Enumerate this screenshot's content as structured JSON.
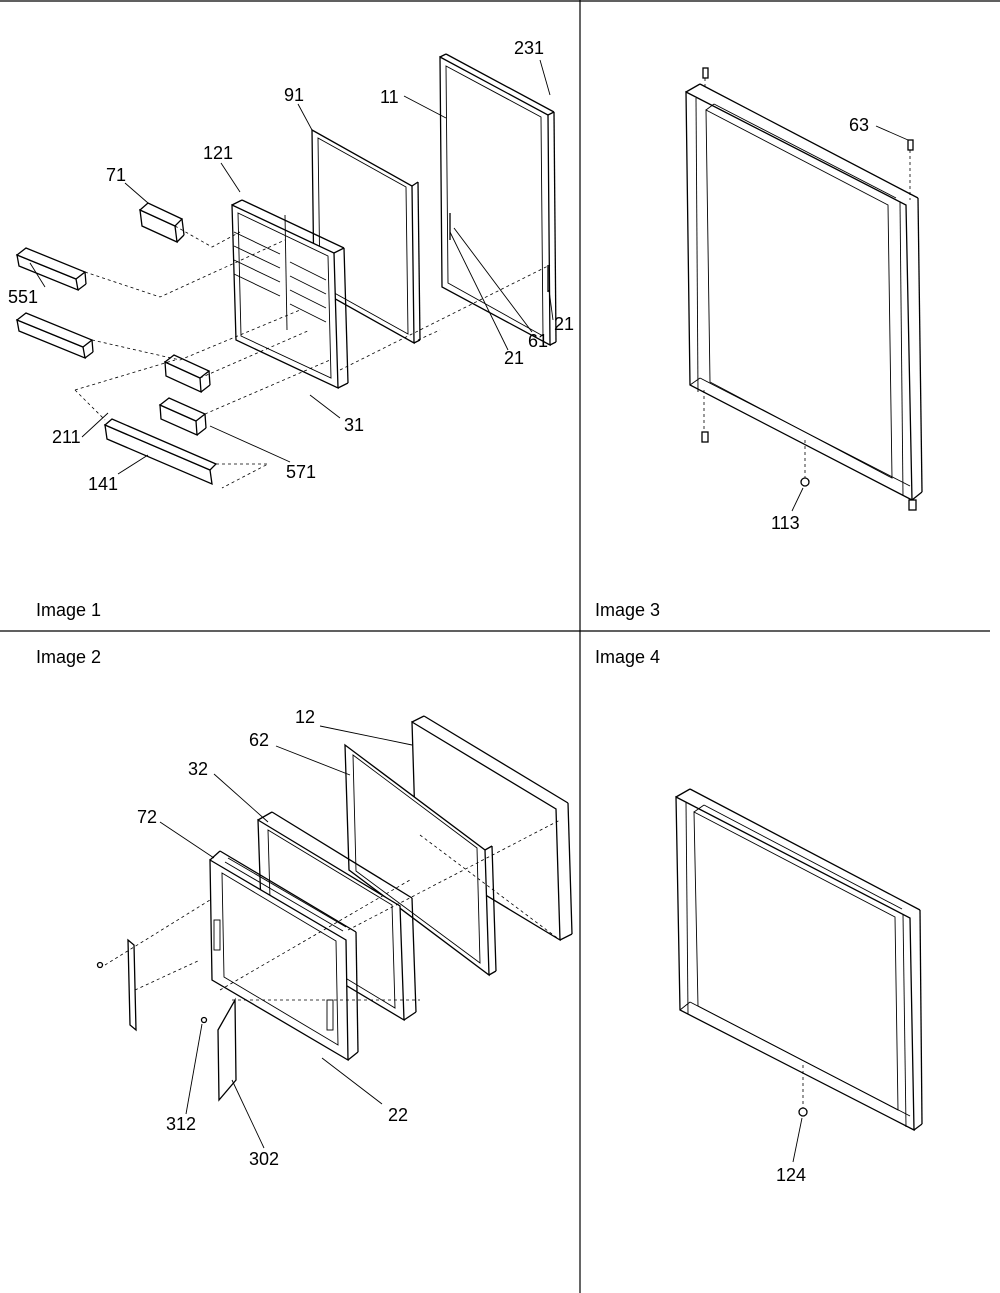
{
  "panels": {
    "image1": {
      "caption": "Image 1"
    },
    "image2": {
      "caption": "Image 2"
    },
    "image3": {
      "caption": "Image 3"
    },
    "image4": {
      "caption": "Image 4"
    }
  },
  "callouts": {
    "p231": "231",
    "p11": "11",
    "p91": "91",
    "p121": "121",
    "p71": "71",
    "p551": "551",
    "p21a": "21",
    "p61": "61",
    "p21b": "21",
    "p31": "31",
    "p211": "211",
    "p571": "571",
    "p141": "141",
    "p63": "63",
    "p113": "113",
    "p12": "12",
    "p62": "62",
    "p32": "32",
    "p72": "72",
    "p22": "22",
    "p312": "312",
    "p302": "302",
    "p124": "124"
  }
}
